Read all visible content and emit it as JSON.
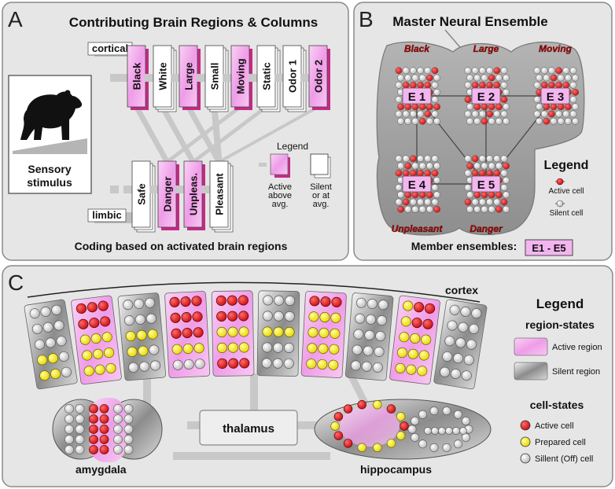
{
  "colors": {
    "panel_bg": "#e6e6e6",
    "active": "#f4a8ee",
    "active_side": "#c42a86",
    "silent": "#ffffff",
    "red_cell": "#e01515",
    "yellow_cell": "#fbf22a",
    "gray_cell": "#e2e2e2",
    "e_box": "#f3b5ef"
  },
  "panelA": {
    "letter": "A",
    "title": "Contributing Brain Regions & Columns",
    "cortical_label": "cortical",
    "limbic_label": "limbic",
    "cortical_cols": [
      {
        "label": "Black",
        "active": true
      },
      {
        "label": "White",
        "active": false
      },
      {
        "label": "Large",
        "active": true
      },
      {
        "label": "Small",
        "active": false
      },
      {
        "label": "Moving",
        "active": true
      },
      {
        "label": "Static",
        "active": false
      },
      {
        "label": "Odor 1",
        "active": false
      },
      {
        "label": "Odor 2",
        "active": true
      }
    ],
    "limbic_cols": [
      {
        "label": "Safe",
        "active": false
      },
      {
        "label": "Danger",
        "active": true
      },
      {
        "label": "Unpleas.",
        "active": true
      },
      {
        "label": "Pleasant",
        "active": false
      }
    ],
    "stimulus_line1": "Sensory",
    "stimulus_line2": "stimulus",
    "legend_title": "Legend",
    "legend_active": [
      "Active",
      "above",
      "avg."
    ],
    "legend_silent": [
      "Silent",
      "or  at",
      "avg."
    ],
    "caption": "Coding based on activated brain regions"
  },
  "panelB": {
    "letter": "B",
    "title": "Master Neural Ensemble",
    "top_labels": [
      "Black",
      "Large",
      "Moving"
    ],
    "bottom_labels": [
      "Unpleasant",
      "Danger"
    ],
    "ensembles": [
      "E 1",
      "E 2",
      "E 3",
      "E 4",
      "E 5"
    ],
    "legend_title": "Legend",
    "legend_active": "Active cell",
    "legend_silent": "Silent cell",
    "member_label": "Member ensembles:",
    "member_value": "E1 - E5"
  },
  "panelC": {
    "letter": "C",
    "cortex_label": "cortex",
    "thalamus_label": "thalamus",
    "amygdala_label": "amygdala",
    "hippocampus_label": "hippocampus",
    "columns": [
      {
        "active": false,
        "cells": [
          "g",
          "g",
          "g",
          "g",
          "g",
          "g",
          "g",
          "g",
          "g",
          "y",
          "y",
          "g",
          "y",
          "y",
          "g"
        ]
      },
      {
        "active": true,
        "cells": [
          "r",
          "r",
          "r",
          "r",
          "r",
          "r",
          "y",
          "y",
          "y",
          "y",
          "y",
          "y",
          "y",
          "y",
          "y"
        ]
      },
      {
        "active": false,
        "cells": [
          "g",
          "g",
          "g",
          "g",
          "g",
          "g",
          "y",
          "y",
          "y",
          "y",
          "y",
          "g",
          "g",
          "g",
          "g"
        ]
      },
      {
        "active": true,
        "cells": [
          "r",
          "r",
          "r",
          "r",
          "r",
          "r",
          "r",
          "r",
          "r",
          "y",
          "y",
          "y",
          "g",
          "g",
          "g"
        ]
      },
      {
        "active": true,
        "cells": [
          "r",
          "r",
          "r",
          "r",
          "r",
          "r",
          "y",
          "y",
          "y",
          "y",
          "y",
          "y",
          "r",
          "r",
          "r"
        ]
      },
      {
        "active": false,
        "cells": [
          "g",
          "g",
          "g",
          "g",
          "g",
          "g",
          "y",
          "y",
          "y",
          "g",
          "g",
          "g",
          "g",
          "g",
          "g"
        ]
      },
      {
        "active": true,
        "cells": [
          "r",
          "r",
          "r",
          "y",
          "y",
          "y",
          "y",
          "y",
          "y",
          "y",
          "y",
          "y",
          "y",
          "y",
          "y"
        ]
      },
      {
        "active": false,
        "cells": [
          "g",
          "g",
          "g",
          "g",
          "g",
          "g",
          "g",
          "g",
          "g",
          "g",
          "g",
          "g",
          "g",
          "g",
          "g"
        ]
      },
      {
        "active": true,
        "cells": [
          "y",
          "r",
          "r",
          "y",
          "r",
          "r",
          "y",
          "y",
          "y",
          "y",
          "y",
          "y",
          "y",
          "y",
          "y"
        ]
      },
      {
        "active": false,
        "cells": [
          "g",
          "g",
          "g",
          "g",
          "g",
          "g",
          "g",
          "g",
          "g",
          "g",
          "g",
          "g",
          "g",
          "g",
          "g"
        ]
      }
    ],
    "legend_title": "Legend",
    "region_states_title": "region-states",
    "active_region": "Active region",
    "silent_region": "Silent region",
    "cell_states_title": "cell-states",
    "active_cell": "Active cell",
    "prepared_cell": "Prepared cell",
    "silent_cell": "Sillent (Off) cell"
  }
}
